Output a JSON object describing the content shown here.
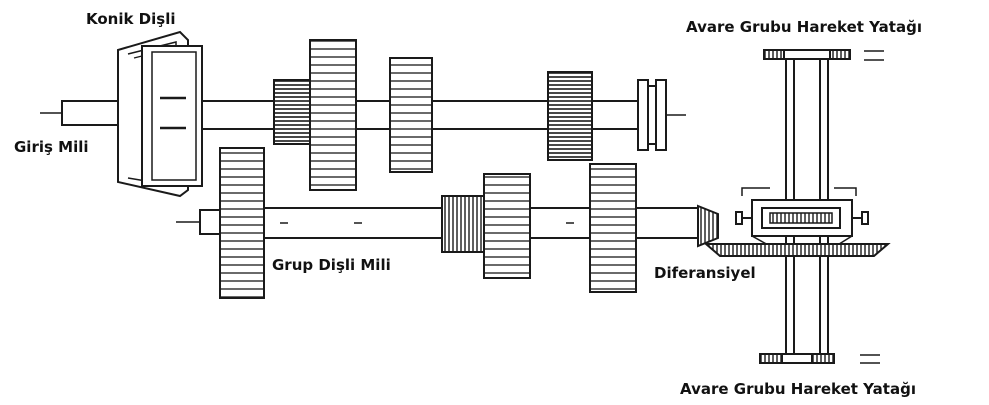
{
  "labels": {
    "conical_gear": "Konik Dişli",
    "input_shaft": "Giriş Mili",
    "group_gear_shaft": "Grup Dişli Mili",
    "differential": "Diferansiyel",
    "idler_bearing_top": "Avare Grubu Hareket Yatağı",
    "idler_bearing_bottom": "Avare Grubu Hareket Yatağı"
  },
  "colors": {
    "ink": "#1a1a1a",
    "background": "#ffffff"
  }
}
